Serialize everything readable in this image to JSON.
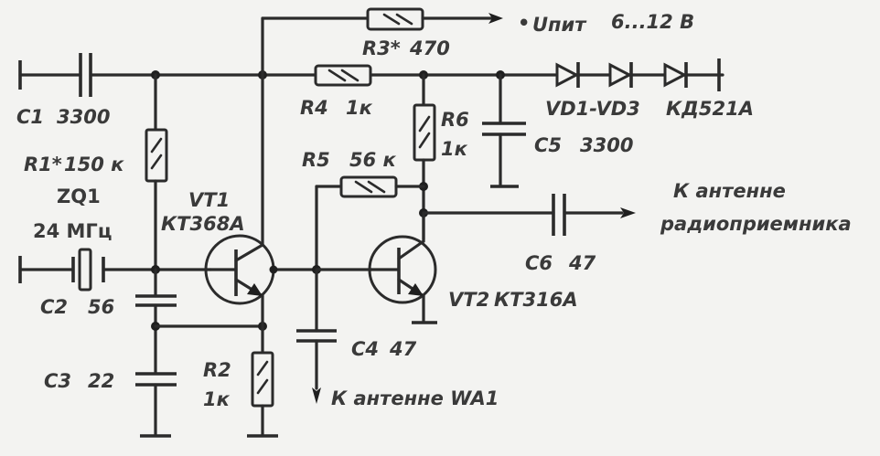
{
  "diagram": {
    "title": "",
    "type": "electronic-schematic",
    "supply": {
      "label": "Uпит",
      "range": "6...12 В",
      "prefix": "•"
    },
    "components": {
      "C1": {
        "ref": "C1",
        "value": "3300"
      },
      "R1": {
        "ref": "R1*",
        "value": "150 к"
      },
      "ZQ1": {
        "ref": "ZQ1",
        "value": "24 МГц"
      },
      "C2": {
        "ref": "C2",
        "value": "56"
      },
      "C3": {
        "ref": "C3",
        "value": "22"
      },
      "R2": {
        "ref": "R2",
        "value": "1к"
      },
      "VT1": {
        "ref": "VT1",
        "value": "КТ368А"
      },
      "R3": {
        "ref": "R3*",
        "value": "470"
      },
      "R4": {
        "ref": "R4",
        "value": "1к"
      },
      "R5": {
        "ref": "R5",
        "value": "56 к"
      },
      "R6": {
        "ref": "R6",
        "value": "1к"
      },
      "C4": {
        "ref": "C4",
        "value": "47"
      },
      "C5": {
        "ref": "C5",
        "value": "3300"
      },
      "C6": {
        "ref": "C6",
        "value": "47"
      },
      "VT2": {
        "ref": "VT2",
        "value": "КТ316А"
      },
      "VD": {
        "ref": "VD1-VD3",
        "value": "КД521А"
      }
    },
    "outputs": {
      "radio": {
        "line1": "К антенне",
        "line2": "радиоприемника"
      },
      "wa1": {
        "text": "К антенне WA1"
      }
    }
  }
}
